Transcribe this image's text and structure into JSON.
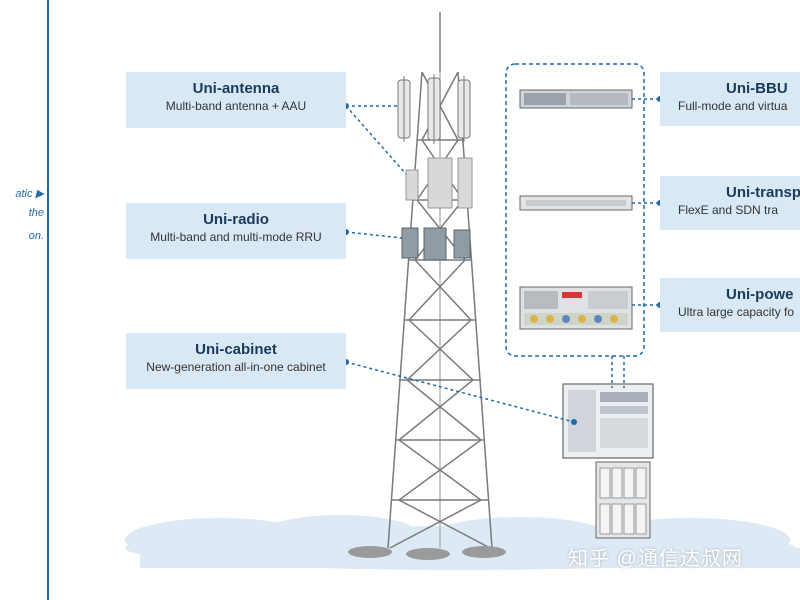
{
  "left_fragment": {
    "line1": "atic",
    "arrow": "▶",
    "line2": "the",
    "line3": "on."
  },
  "boxes": {
    "antenna": {
      "title": "Uni-antenna",
      "subtitle": "Multi-band antenna + AAU"
    },
    "radio": {
      "title": "Uni-radio",
      "subtitle": "Multi-band and multi-mode RRU"
    },
    "cabinet": {
      "title": "Uni-cabinet",
      "subtitle": "New-generation all-in-one cabinet"
    },
    "bbu": {
      "title": "Uni-BBU",
      "subtitle": "Full-mode and virtua"
    },
    "transport": {
      "title": "Uni-transpo",
      "subtitle": "FlexE and SDN tra"
    },
    "power": {
      "title": "Uni-powe",
      "subtitle": "Ultra large capacity fo"
    }
  },
  "watermark": "知乎 @通信达叔网",
  "colors": {
    "accent": "#1f6aa8",
    "box_fill": "#d9e8f5",
    "title_text": "#1a3a5c",
    "cloud": "#dde9f4"
  },
  "icons": [
    "antenna-icon",
    "aau-icon",
    "rru-icon",
    "tower-icon",
    "cabinet-icon",
    "bbu-icon",
    "transport-board-icon",
    "power-module-icon"
  ]
}
